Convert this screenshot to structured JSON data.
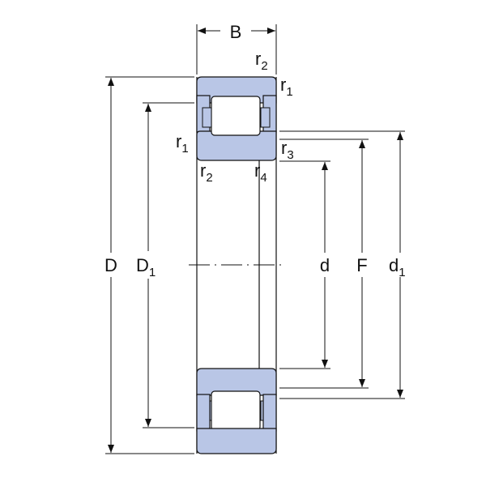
{
  "labels": {
    "B": "B",
    "D": "D",
    "D1": {
      "base": "D",
      "sub": "1"
    },
    "d": "d",
    "F": "F",
    "d1": {
      "base": "d",
      "sub": "1"
    },
    "r1_top_right": {
      "base": "r",
      "sub": "1"
    },
    "r2_top": {
      "base": "r",
      "sub": "2"
    },
    "r1_left": {
      "base": "r",
      "sub": "1"
    },
    "r2_bottom": {
      "base": "r",
      "sub": "2"
    },
    "r3": {
      "base": "r",
      "sub": "3"
    },
    "r4": {
      "base": "r",
      "sub": "4"
    }
  },
  "colors": {
    "ring_fill": "#b9c6e6",
    "line": "#111111",
    "background": "#ffffff"
  }
}
